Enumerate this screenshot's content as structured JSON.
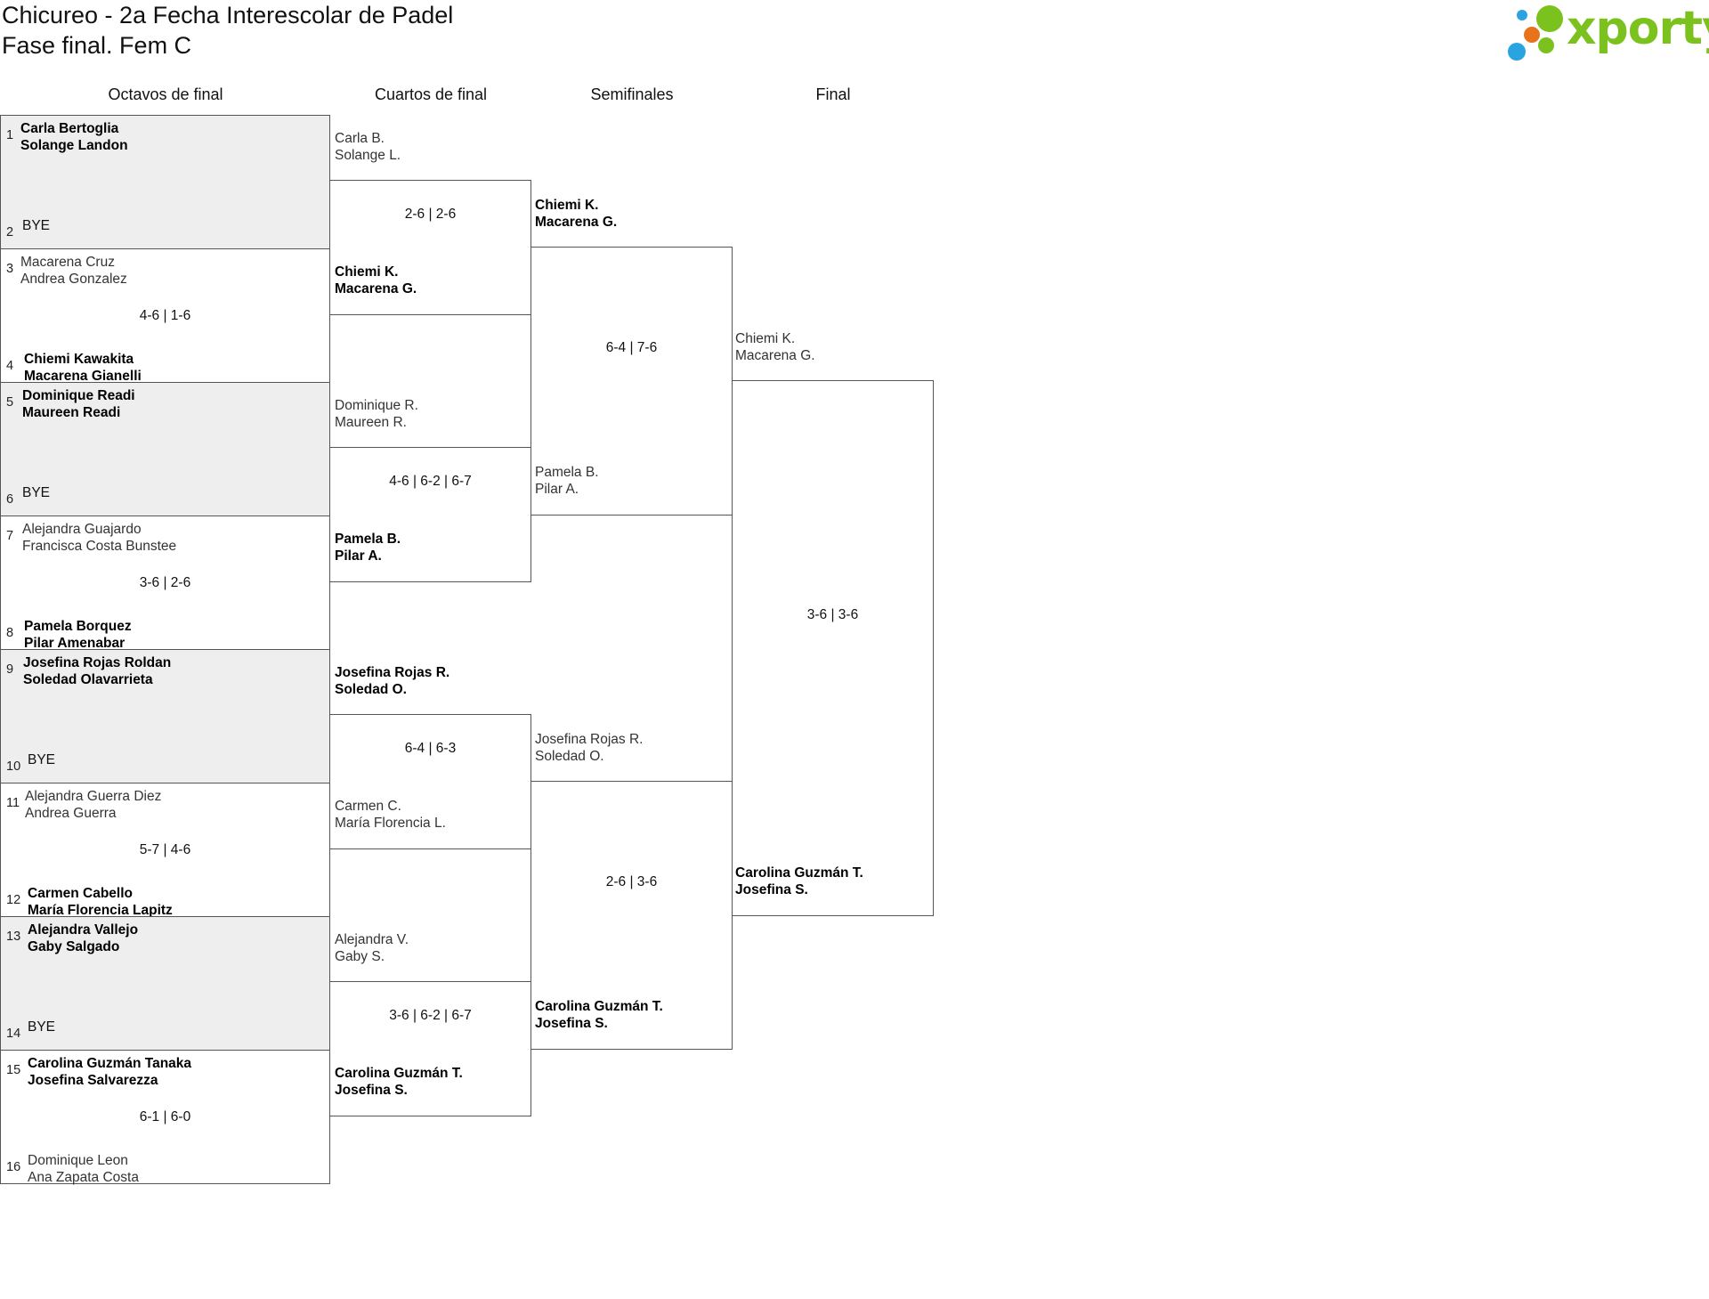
{
  "header": {
    "title_line1": "Chicureo - 2a Fecha Interescolar de Padel",
    "title_line2": "Fase final. Fem C",
    "logo_text": "xporty"
  },
  "rounds": [
    "Octavos de final",
    "Cuartos de final",
    "Semifinales",
    "Final"
  ],
  "bye_label": "BYE",
  "octavos": [
    {
      "seed_a": "1",
      "a1": "Carla Bertoglia",
      "a2": "Solange Landon",
      "seed_b": "2",
      "bye": true,
      "score": ""
    },
    {
      "seed_a": "3",
      "a1": "Macarena Cruz",
      "a2": "Andrea Gonzalez",
      "seed_b": "4",
      "b1": "Chiemi Kawakita",
      "b2": "Macarena Gianelli",
      "score": "4-6 | 1-6"
    },
    {
      "seed_a": "5",
      "a1": "Dominique Readi",
      "a2": "Maureen Readi",
      "seed_b": "6",
      "bye": true,
      "score": ""
    },
    {
      "seed_a": "7",
      "a1": "Alejandra Guajardo",
      "a2": "Francisca Costa Bunstee",
      "seed_b": "8",
      "b1": "Pamela Borquez",
      "b2": "Pilar Amenabar",
      "score": "3-6 | 2-6"
    },
    {
      "seed_a": "9",
      "a1": "Josefina Rojas Roldan",
      "a2": "Soledad Olavarrieta",
      "seed_b": "10",
      "bye": true,
      "score": ""
    },
    {
      "seed_a": "11",
      "a1": "Alejandra Guerra Diez",
      "a2": "Andrea Guerra",
      "seed_b": "12",
      "b1": "Carmen Cabello",
      "b2": "María Florencia Lapitz",
      "score": "5-7 | 4-6"
    },
    {
      "seed_a": "13",
      "a1": "Alejandra Vallejo",
      "a2": "Gaby Salgado",
      "seed_b": "14",
      "bye": true,
      "score": ""
    },
    {
      "seed_a": "15",
      "a1": "Carolina Guzmán Tanaka",
      "a2": "Josefina Salvarezza",
      "seed_b": "16",
      "b1": "Dominique Leon",
      "b2": "Ana Zapata Costa",
      "score": "6-1 | 6-0"
    }
  ],
  "cuartos": [
    {
      "a1": "Carla B.",
      "a2": "Solange L.",
      "b1": "Chiemi K.",
      "b2": "Macarena G.",
      "score": "2-6 | 2-6"
    },
    {
      "a1": "Dominique R.",
      "a2": "Maureen R.",
      "b1": "Pamela B.",
      "b2": "Pilar A.",
      "score": "4-6 | 6-2 | 6-7"
    },
    {
      "a1": "Josefina Rojas R.",
      "a2": "Soledad O.",
      "b1": "Carmen C.",
      "b2": "María Florencia L.",
      "score": "6-4 | 6-3"
    },
    {
      "a1": "Alejandra V.",
      "a2": "Gaby S.",
      "b1": "Carolina Guzmán T.",
      "b2": "Josefina S.",
      "score": "3-6 | 6-2 | 6-7"
    }
  ],
  "semis": [
    {
      "a1": "Chiemi K.",
      "a2": "Macarena G.",
      "b1": "Pamela B.",
      "b2": "Pilar A.",
      "score": "6-4 | 7-6"
    },
    {
      "a1": "Josefina Rojas R.",
      "a2": "Soledad O.",
      "b1": "Carolina Guzmán T.",
      "b2": "Josefina S.",
      "score": "2-6 | 3-6"
    }
  ],
  "final": {
    "a1": "Chiemi K.",
    "a2": "Macarena G.",
    "b1": "Carolina Guzmán T.",
    "b2": "Josefina S.",
    "score": "3-6 | 3-6"
  }
}
